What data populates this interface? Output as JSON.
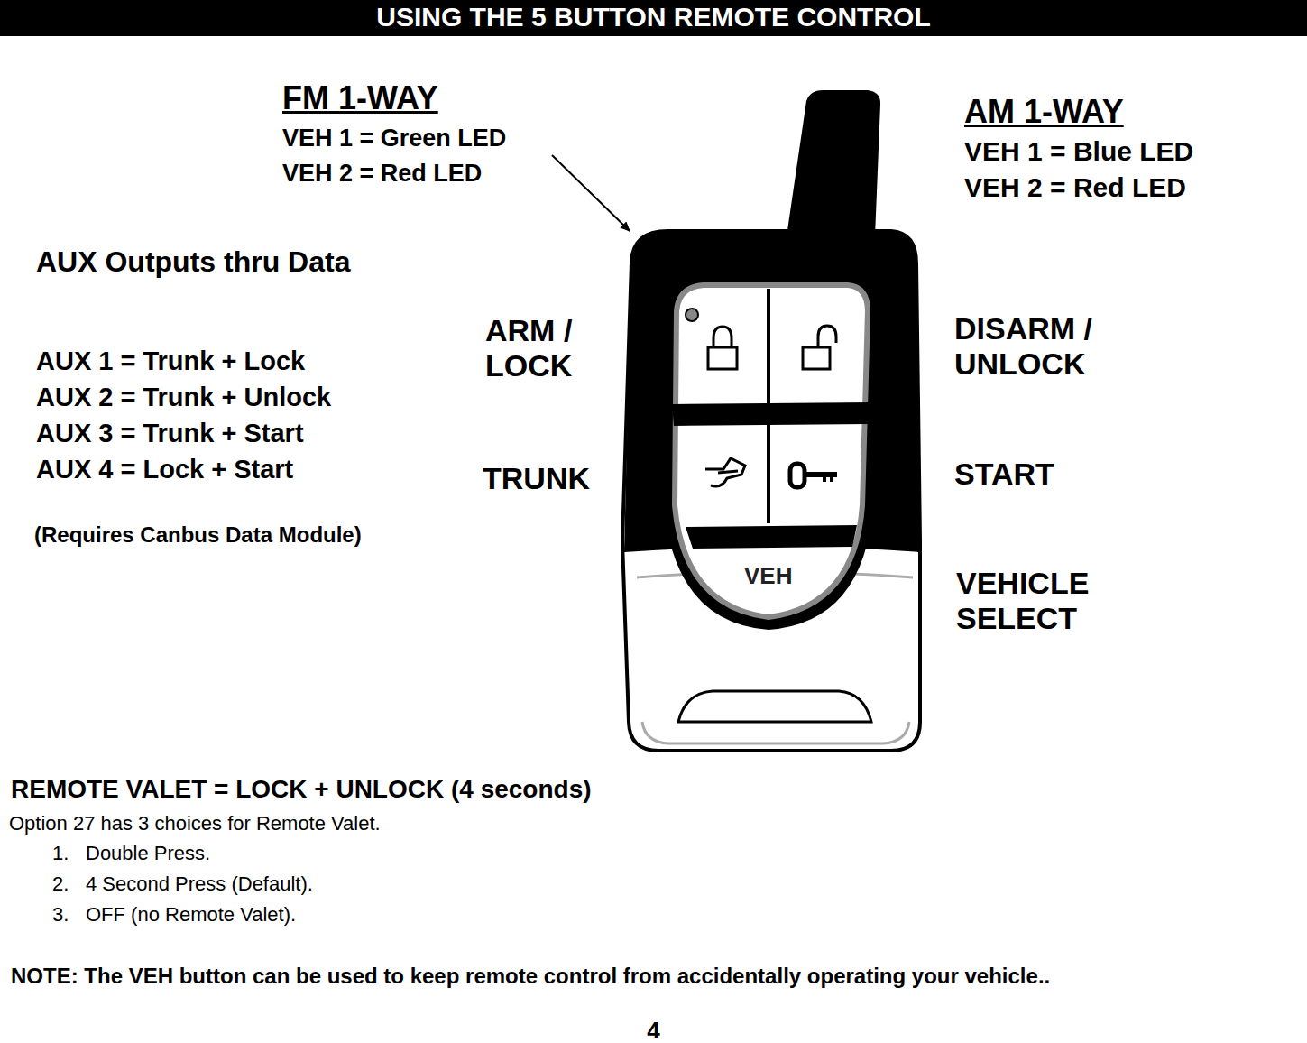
{
  "diagram": {
    "title": "USING THE 5 BUTTON REMOTE CONTROL",
    "labels": [
      "FM 1-WAY",
      "VEH 1 = Green LED",
      "VEH 2 = Red LED",
      "AM 1-WAY",
      "VEH 1 = Blue LED",
      "VEH 2 = Red LED",
      "AUX Outputs thru Data",
      "ARM / LOCK",
      "DISARM / UNLOCK",
      "AUX 1 = Trunk + Lock",
      "AUX 2 = Trunk + Unlock",
      "AUX 3 = Trunk + Start",
      "AUX 4 = Lock + Start",
      "TRUNK",
      "START",
      "(Requires Canbus Data Module)",
      "VEH",
      "VEHICLE SELECT",
      "REMOTE VALET = LOCK + UNLOCK (4 seconds)",
      "Option 27 has 3 choices for Remote Valet.",
      "1.",
      "Double Press.",
      "2.",
      "4 Second Press (Default).",
      "3.",
      "OFF (no Remote Valet).",
      "NOTE: The VEH button can be used to keep remote control from accidentally operating your vehicle..",
      "4"
    ]
  }
}
